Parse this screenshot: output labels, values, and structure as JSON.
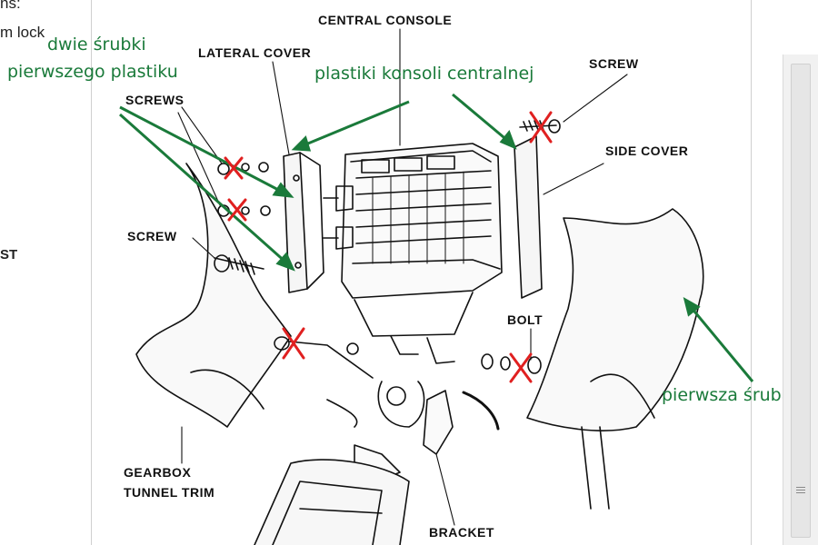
{
  "left_gutter": {
    "line1": "ns:",
    "line2": "m lock",
    "line3": "ST"
  },
  "diagram": {
    "central_console": "CENTRAL CONSOLE",
    "lateral_cover": "LATERAL COVER",
    "screws": "SCREWS",
    "screw_left": "SCREW",
    "screw_right": "SCREW",
    "side_cover": "SIDE COVER",
    "bolt": "BOLT",
    "gearbox_line1": "GEARBOX",
    "gearbox_line2": "TUNNEL TRIM",
    "bracket": "BRACKET"
  },
  "annotations": {
    "two_screws_line1": "dwie śrubki",
    "two_screws_line2": "pierwszego plastiku",
    "console_plastics": "plastiki konsoli centralnej",
    "first_screw": "pierwsza śruba",
    "annotation_color": "#1a7a3a",
    "mark_color": "#e02020"
  }
}
